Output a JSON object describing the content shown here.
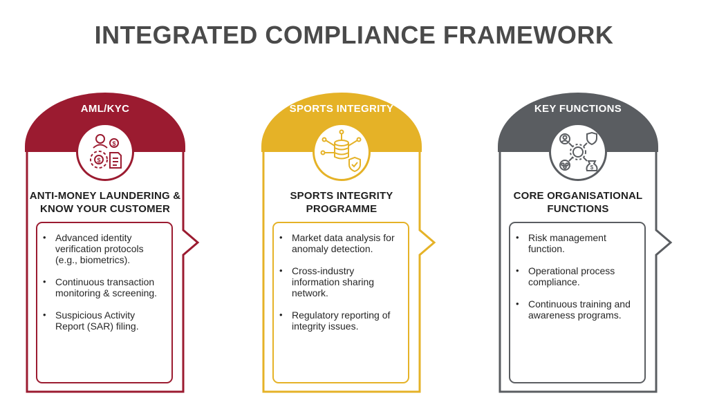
{
  "page": {
    "title": "INTEGRATED COMPLIANCE FRAMEWORK",
    "title_color": "#4a4a4a"
  },
  "pillars": [
    {
      "tab": "AML/KYC",
      "heading": "ANTI-MONEY LAUNDERING & KNOW YOUR CUSTOMER",
      "icon": "identity-finance-icon",
      "color": "#9b1b30",
      "tab_text_color": "#ffffff",
      "items": [
        "Advanced identity verification protocols (e.g., biometrics).",
        "Continuous transaction monitoring & screening.",
        "Suspicious Activity Report (SAR) filing."
      ]
    },
    {
      "tab": "SPORTS INTEGRITY",
      "heading": "SPORTS INTEGRITY PROGRAMME",
      "icon": "data-network-shield-icon",
      "color": "#e5b227",
      "tab_text_color": "#ffffff",
      "items": [
        "Market data analysis for anomaly detection.",
        "Cross-industry information sharing network.",
        "Regulatory reporting of integrity issues."
      ]
    },
    {
      "tab": "KEY FUNCTIONS",
      "heading": "CORE ORGANISATIONAL FUNCTIONS",
      "icon": "organisation-gear-icon",
      "color": "#5a5d61",
      "tab_text_color": "#ffffff",
      "items": [
        "Risk management function.",
        "Operational process compliance.",
        "Continuous training and awareness programs."
      ]
    }
  ]
}
